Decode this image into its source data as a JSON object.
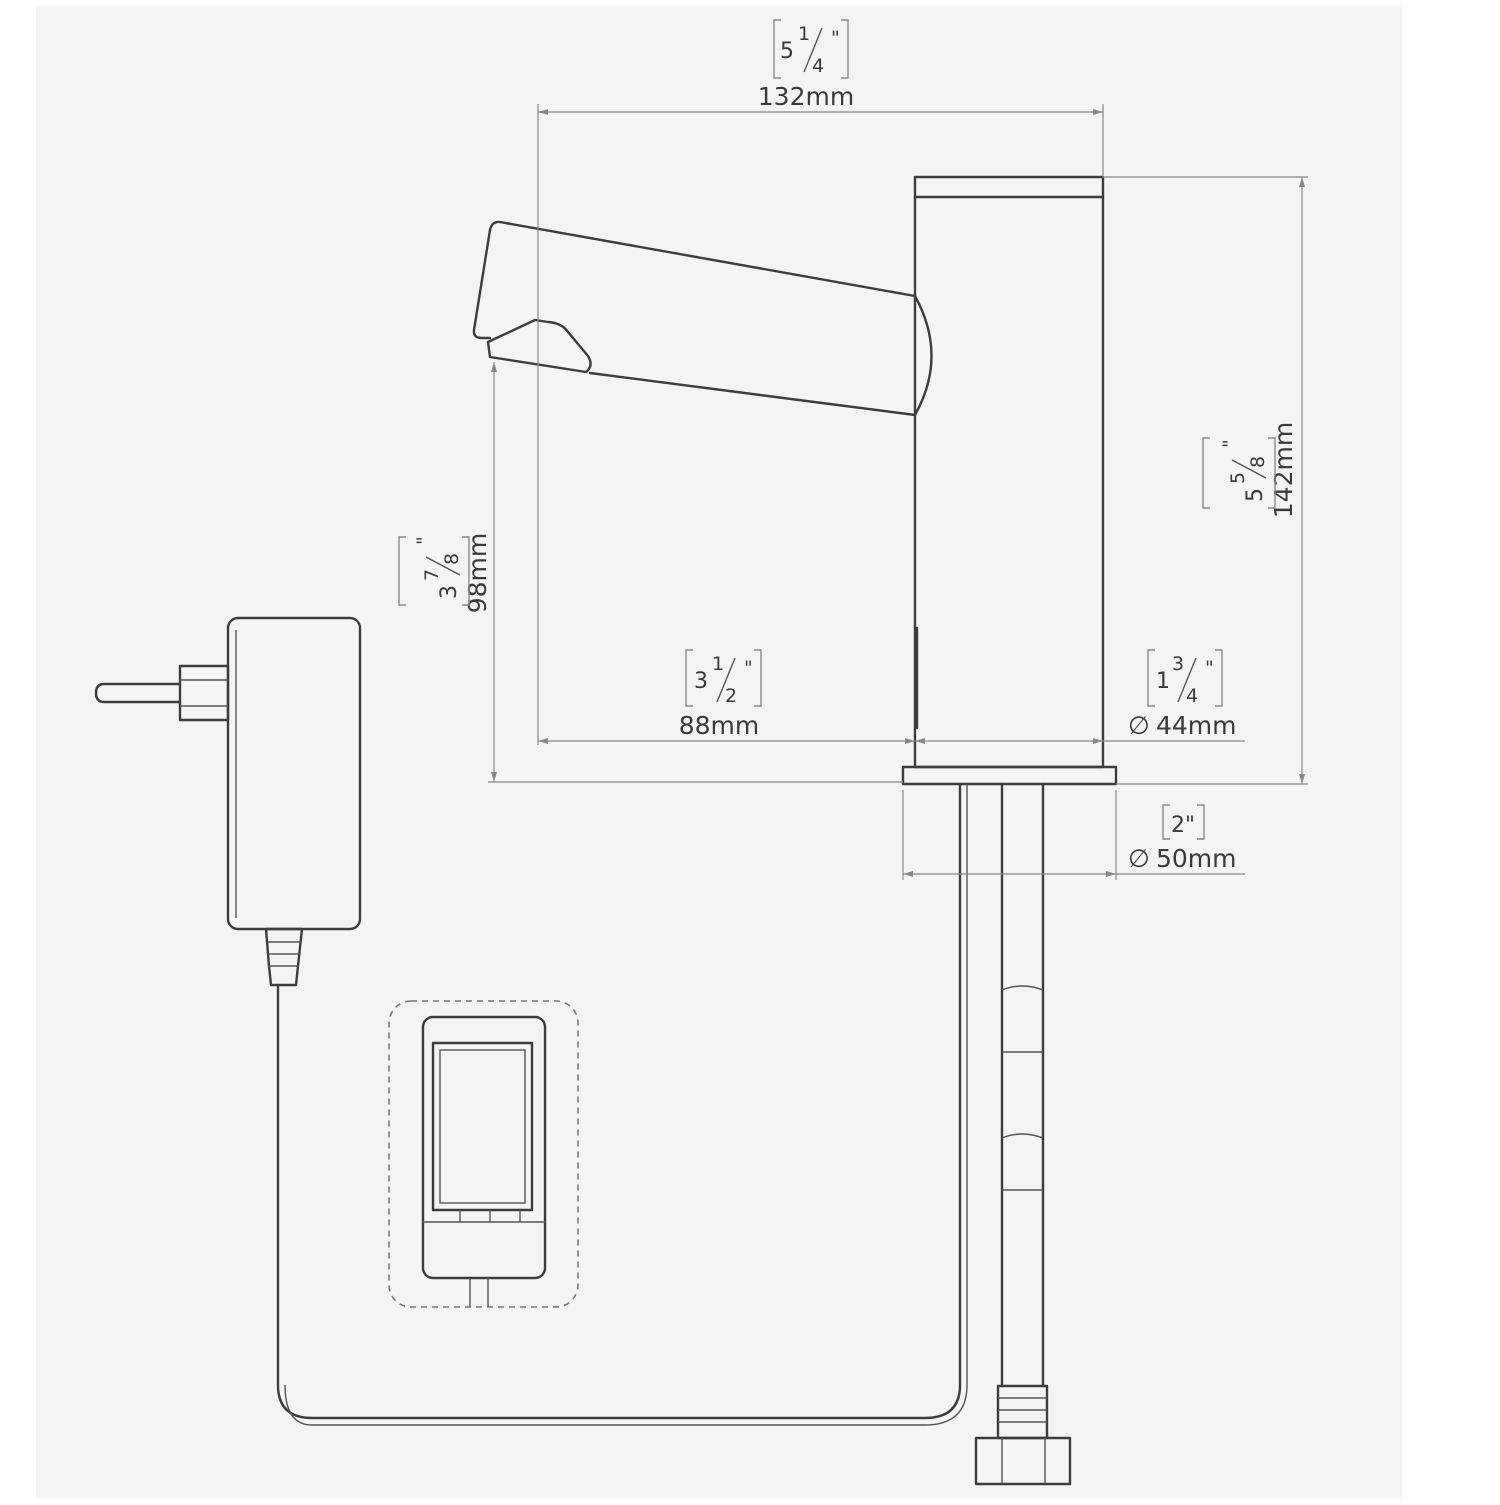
{
  "diagram": {
    "colors": {
      "background": "#f4f4f3",
      "page": "#ffffff",
      "line": "#3c3c3c",
      "dimension": "#888888"
    },
    "dimensions": {
      "width_top": {
        "mm": "132mm",
        "inch_whole": "5",
        "inch_num": "1",
        "inch_den": "4",
        "inch_mark": "\""
      },
      "height_right": {
        "mm": "142mm",
        "inch_whole": "5",
        "inch_num": "5",
        "inch_den": "8",
        "inch_mark": "\""
      },
      "spout_height": {
        "mm": "98mm",
        "inch_whole": "3",
        "inch_num": "7",
        "inch_den": "8",
        "inch_mark": "\""
      },
      "reach": {
        "mm": "88mm",
        "inch_whole": "3",
        "inch_num": "1",
        "inch_den": "2",
        "inch_mark": "\""
      },
      "body_diameter": {
        "symbol": "∅",
        "mm": "44mm",
        "inch_whole": "1",
        "inch_num": "3",
        "inch_den": "4",
        "inch_mark": "\""
      },
      "base_diameter": {
        "symbol": "∅",
        "mm": "50mm",
        "inch": "2\""
      }
    },
    "icons": [
      "power-adapter-icon",
      "control-box-icon",
      "faucet-icon"
    ]
  }
}
